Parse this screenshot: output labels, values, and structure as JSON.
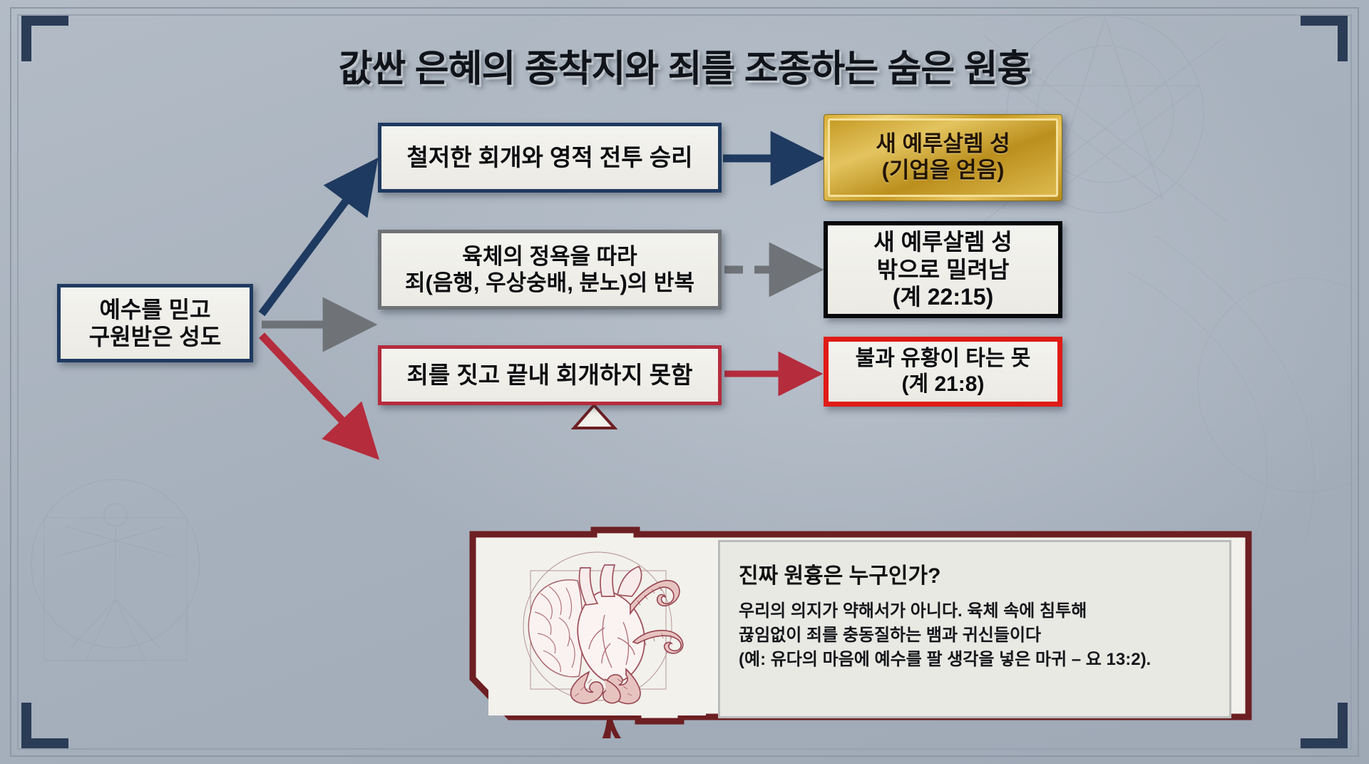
{
  "title": "값싼 은혜의 종착지와 죄를 조종하는 숨은 원흉",
  "colors": {
    "background": "#aeb8c3",
    "navy": "#1f3a60",
    "gray": "#6f7377",
    "crimson": "#b52c3c",
    "red": "#e01b16",
    "black": "#07080a",
    "gold": "#c69a22",
    "dark_red_frame": "#6d1f22"
  },
  "diagram": {
    "source": {
      "lines": [
        "예수를 믿고",
        "구원받은 성도"
      ],
      "style": "navy"
    },
    "paths": [
      {
        "id": "path-repentance",
        "arrow_color": "#1f3a60",
        "arrow_style": "solid",
        "middle": {
          "lines": [
            "철저한 회개와 영적 전투 승리"
          ],
          "style": "navy"
        },
        "outcome": {
          "lines": [
            "새 예루살렘 성",
            "(기업을 얻음)"
          ],
          "style": "gold"
        }
      },
      {
        "id": "path-repeated-sin",
        "arrow_color": "#6f7377",
        "arrow_style": "dashed",
        "middle": {
          "lines": [
            "육체의 정욕을 따라",
            "죄(음행, 우상숭배, 분노)의 반복"
          ],
          "style": "gray"
        },
        "outcome": {
          "lines": [
            "새 예루살렘 성",
            "밖으로 밀려남",
            "(계 22:15)"
          ],
          "style": "black"
        }
      },
      {
        "id": "path-unrepentant",
        "arrow_color": "#b52c3c",
        "arrow_style": "solid",
        "middle": {
          "lines": [
            "죄를 짓고 끝내 회개하지 못함"
          ],
          "style": "red"
        },
        "outcome": {
          "lines": [
            "불과 유황이 타는 못",
            "(계 21:8)"
          ],
          "style": "red-thick"
        }
      }
    ]
  },
  "callout": {
    "heading": "진짜 원흉은 누구인가?",
    "body_lines": [
      "우리의 의지가 약해서가 아니다. 육체 속에 침투해",
      "끊임없이 죄를 충동질하는 뱀과 귀신들이다",
      "(예: 유다의 마음에 예수를 팔 생각을 넣은 마귀 – 요 13:2)."
    ],
    "illustration": "brain-heart-serpents-illustration"
  }
}
